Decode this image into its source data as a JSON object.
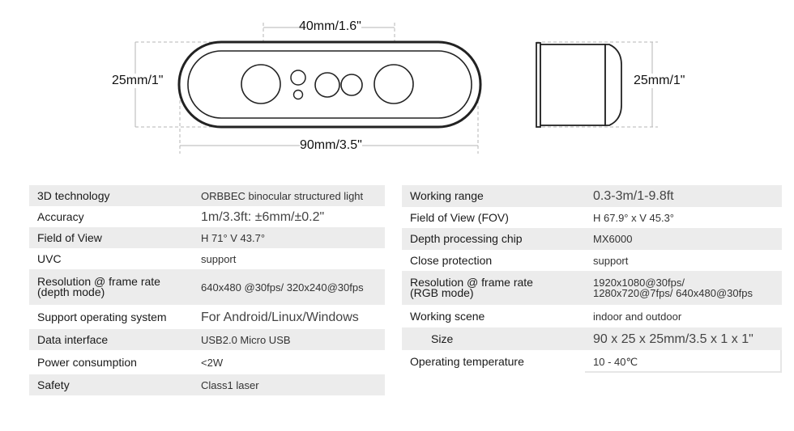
{
  "dimensions": {
    "spacing": "40mm/1.6\"",
    "height_front": "25mm/1\"",
    "width": "90mm/3.5\"",
    "height_side": "25mm/1\""
  },
  "left_table": [
    {
      "label": "3D technology",
      "value": "ORBBEC binocular structured light"
    },
    {
      "label": "Accuracy",
      "value": "1m/3.3ft: ±6mm/±0.2\""
    },
    {
      "label": "Field of View",
      "value": "H 71° V 43.7°"
    },
    {
      "label": "UVC",
      "value": "support"
    },
    {
      "label": "Resolution @ frame rate",
      "label2": "(depth mode)",
      "value": "640x480 @30fps/ 320x240@30fps"
    },
    {
      "label": "Support operating system",
      "value": "For Android/Linux/Windows"
    },
    {
      "label": "Data interface",
      "value": "USB2.0 Micro USB"
    },
    {
      "label": "Power consumption",
      "value": "<2W"
    },
    {
      "label": "Safety",
      "value": "Class1 laser"
    }
  ],
  "right_table": [
    {
      "label": "Working range",
      "value": "0.3-3m/1-9.8ft"
    },
    {
      "label": "Field of View (FOV)",
      "value": "H 67.9° x V 45.3°"
    },
    {
      "label": "Depth processing chip",
      "value": "MX6000"
    },
    {
      "label": "Close protection",
      "value": "support"
    },
    {
      "label": "Resolution @ frame rate",
      "label2": "(RGB mode)",
      "value": "1920x1080@30fps/",
      "value2": "1280x720@7fps/ 640x480@30fps"
    },
    {
      "label": "Working scene",
      "value": "indoor and outdoor"
    },
    {
      "label": "Size",
      "value": "90 x 25 x 25mm/3.5 x 1 x 1\""
    },
    {
      "label": "Operating temperature",
      "value": "10 - 40℃"
    }
  ]
}
